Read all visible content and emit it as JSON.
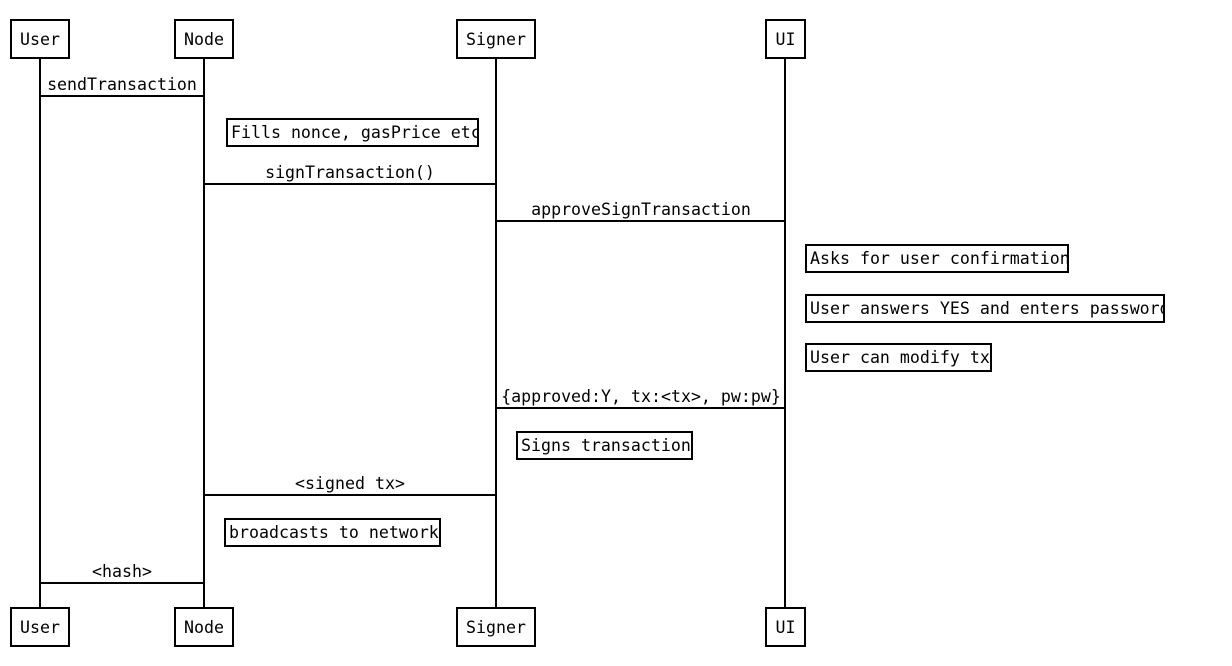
{
  "diagram": {
    "type": "sequence-diagram",
    "colors": {
      "line": "#000000",
      "background": "#ffffff",
      "box_fill": "#ffffff",
      "text": "#000000"
    },
    "actors": [
      {
        "id": "user",
        "label": "User"
      },
      {
        "id": "node",
        "label": "Node"
      },
      {
        "id": "signer",
        "label": "Signer"
      },
      {
        "id": "ui",
        "label": "UI"
      }
    ],
    "messages": [
      {
        "from": "user",
        "to": "node",
        "label": "sendTransaction"
      },
      {
        "from": "node",
        "to": "signer",
        "label": "signTransaction()"
      },
      {
        "from": "signer",
        "to": "ui",
        "label": "approveSignTransaction"
      },
      {
        "from": "ui",
        "to": "signer",
        "label": "{approved:Y, tx:<tx>, pw:pw}"
      },
      {
        "from": "signer",
        "to": "node",
        "label": "<signed tx>"
      },
      {
        "from": "node",
        "to": "user",
        "label": "<hash>"
      }
    ],
    "notes": [
      {
        "actor": "node",
        "label": "Fills nonce, gasPrice etc"
      },
      {
        "actor": "ui",
        "label": "Asks for user confirmation"
      },
      {
        "actor": "ui",
        "label": "User answers YES and enters password"
      },
      {
        "actor": "ui",
        "label": "User can modify tx"
      },
      {
        "actor": "signer",
        "label": "Signs transaction"
      },
      {
        "actor": "node",
        "label": "broadcasts to network"
      }
    ]
  }
}
